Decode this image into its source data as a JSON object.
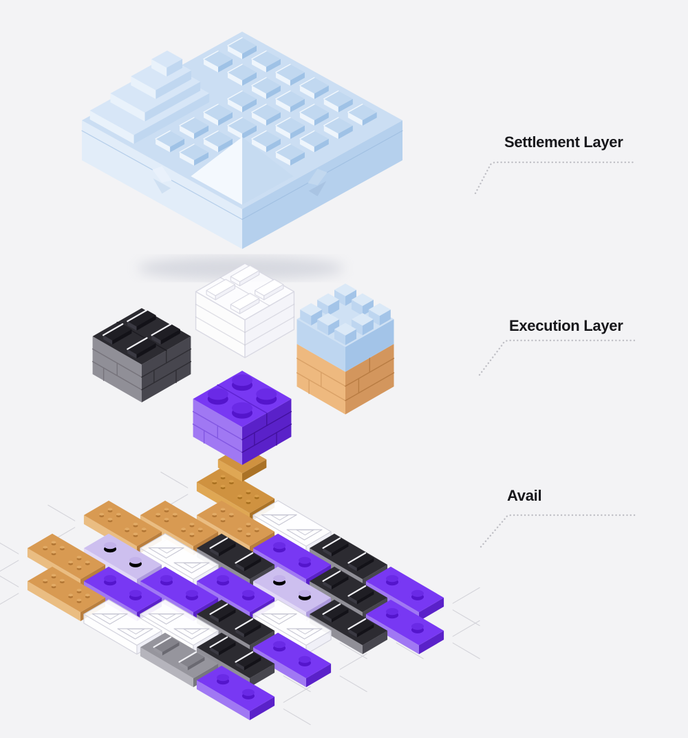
{
  "page": {
    "background": "#f3f3f5"
  },
  "labels": {
    "settlement": "Settlement Layer",
    "execution": "Execution Layer",
    "avail": "Avail"
  },
  "label_text_color": "#17171b",
  "leader_dot_color": "#bfbfc5",
  "tick_line_color": "#d3d3d9",
  "shadow_color": "#b4b8c6",
  "icons": {
    "settlement_side_emblem": "ethereum-logo"
  },
  "materials": {
    "plate": {
      "top": "#cbdef3",
      "left": "#e2edf9",
      "right": "#b5d0ed",
      "seam": "#a9c6e6",
      "stud": {
        "top": "#c1d8f0",
        "left": "#eef5fc",
        "right": "#9fc2e6"
      },
      "pyramid": {
        "left": "#f4f9fe",
        "right": "#c6dbf1"
      },
      "steps": {
        "top": "#d7e6f7",
        "left": "#e9f2fb",
        "right": "#c0d7f0"
      },
      "eth_left": {
        "upper": "#e9f1fb",
        "lower": "#cfe0f2"
      },
      "eth_right": {
        "upper": "#c2d8ef",
        "lower": "#a9c4e3"
      }
    },
    "black": {
      "top": "#2c2b31",
      "left": "#908f97",
      "right": "#47464e",
      "seamL": "#76737b",
      "seamR": "#2f2e34",
      "topSeam": "#1d1c22",
      "stud": {
        "top": "#1f1e24",
        "left": "#3a3942",
        "right": "#131218",
        "hi": "#f0f0f4"
      }
    },
    "purple": {
      "top": "#7838f3",
      "left": "#a078f3",
      "right": "#5a21c9",
      "seamL": "#8257e2",
      "seamR": "#43119e",
      "topSeam": "#5e23d2",
      "stud": {
        "top": "#6a2ae6",
        "side": "#5415cc"
      }
    },
    "clear": {
      "top": "rgba(253,253,255,0.88)",
      "left": "rgba(255,255,255,0.72)",
      "right": "rgba(244,244,250,0.82)",
      "edge": "#d9d9e3",
      "seam": "rgba(200,200,212,0.6)"
    },
    "castle_blue": {
      "top": "#cfe1f4",
      "left": "#bed6f0",
      "right": "#a3c4e8",
      "merlonTop": "#dbe9f7"
    },
    "castle_orange": {
      "left": "#eeb97f",
      "right": "#d3965d",
      "seamL": "#d9a167",
      "seamR": "#b87c43"
    },
    "gold": {
      "top": "#cf9240",
      "left": "#dfa754",
      "right": "#aa7226",
      "stud": {
        "top": "#d99e4a",
        "side": "#a8701f"
      }
    },
    "orange": {
      "top": "#d89a52",
      "left": "#eabd82",
      "right": "#b97e3d",
      "stud": {
        "top": "#e2ab66",
        "side": "#b27634"
      }
    },
    "lavender": {
      "top": "#cdbfef",
      "left": "#e2d9f7",
      "right": "#ad9ade",
      "stud": {
        "top": "#c3b2ea",
        "side": "#a globe08fd8"
      }
    },
    "gray": {
      "top": "#96959d",
      "left": "#b5b4bc",
      "right": "#77767e",
      "stud": {
        "top": "#84838b",
        "left": "#9a99a1",
        "right": "#6a6971",
        "hi": "#f0f0f4"
      }
    },
    "white": {
      "top": "rgba(255,255,255,0.92)",
      "left": "rgba(255,255,255,0.85)",
      "right": "rgba(240,240,246,0.92)",
      "edge": "#d2d2dc",
      "tri": "#c8c8d4"
    }
  },
  "execution_cubes": [
    "clear",
    "black",
    "castle",
    "purple"
  ],
  "avail_grid": {
    "rows": [
      {
        "offset": 0,
        "bricks": [
          "gold",
          "white",
          "black",
          "purple"
        ]
      },
      {
        "offset": 1,
        "bricks": [
          "orange",
          "purple",
          "black",
          "purple"
        ]
      },
      {
        "offset": 0,
        "bricks": [
          "orange",
          "black",
          "lavender",
          "black"
        ]
      },
      {
        "offset": -1,
        "bricks": [
          "orange",
          "white",
          "purple",
          "white"
        ]
      },
      {
        "offset": 0,
        "bricks": [
          "lavender",
          "purple",
          "black",
          "purple"
        ]
      },
      {
        "offset": -1,
        "bricks": [
          "orange",
          "purple",
          "white",
          "black"
        ]
      },
      {
        "offset": 0,
        "bricks": [
          "orange",
          "white",
          "gray",
          "purple"
        ]
      }
    ],
    "stud_style": {
      "gold": "cluster",
      "orange": "cluster",
      "black": "rect",
      "gray": "rect",
      "purple": "round",
      "lavender": "round",
      "white": "glass"
    }
  }
}
